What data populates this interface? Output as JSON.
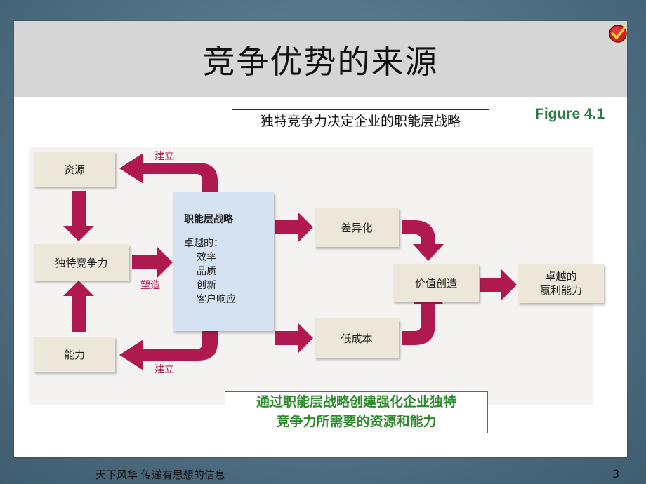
{
  "slide": {
    "title": "竞争优势的来源",
    "subtitle": "独特竞争力决定企业的职能层战略",
    "figure_label": "Figure 4.1",
    "bottom_note": {
      "line1": "通过职能层战略创建强化企业独特",
      "line2": "竞争力所需要的资源和能力"
    }
  },
  "diagram": {
    "nodes": {
      "resources": "资源",
      "competence": "独特竞争力",
      "capabilities": "能力",
      "differentiation": "差异化",
      "low_cost": "低成本",
      "value_creation": "价值创造",
      "superior_profit_line1": "卓越的",
      "superior_profit_line2": "赢利能力"
    },
    "central": {
      "heading": "职能层战略",
      "label": "卓越的：",
      "items": [
        "效率",
        "品质",
        "创新",
        "客户响应"
      ]
    },
    "arrow_labels": {
      "build_top": "建立",
      "shape": "塑造",
      "build_bottom": "建立"
    },
    "arrow_color": "#b0194f"
  },
  "footer": {
    "text": "天下风华  传递有思想的信息",
    "page": "3"
  },
  "icons": {
    "check": "check-badge-icon"
  }
}
